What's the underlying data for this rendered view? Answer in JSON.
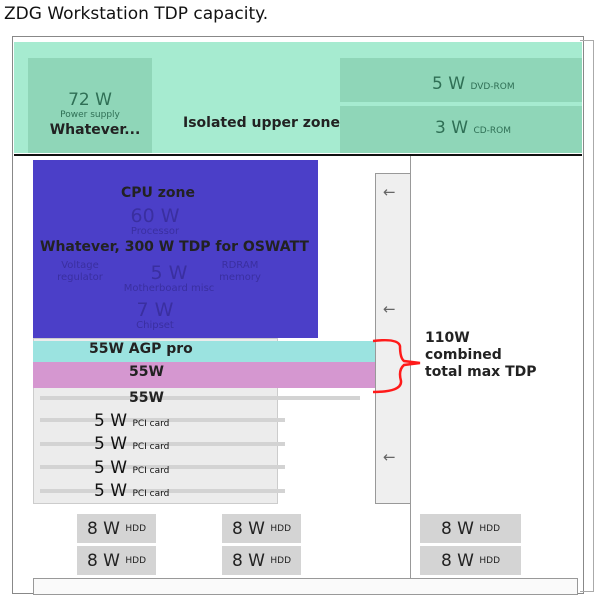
{
  "title": "ZDG Workstation TDP capacity.",
  "upper_zone": {
    "label": "Isolated upper zone",
    "psu": {
      "watts": "72 W",
      "name": "Power supply",
      "note": "Whatever..."
    },
    "drives": [
      {
        "watts": "5 W",
        "name": "DVD-ROM"
      },
      {
        "watts": "3 W",
        "name": "CD-ROM"
      }
    ]
  },
  "cpu_zone": {
    "label": "CPU zone",
    "note": "Whatever, 300 W TDP for OSWATT",
    "components": [
      {
        "watts": "60 W",
        "name": "Processor"
      },
      {
        "watts": "",
        "name": "Voltage regulator"
      },
      {
        "watts": "",
        "name": "RDRAM memory"
      },
      {
        "watts": "5 W",
        "name": "Motherboard misc"
      },
      {
        "watts": "7 W",
        "name": "Chipset"
      }
    ]
  },
  "expansion": {
    "agp": "55W AGP pro",
    "slot2": "55W",
    "slot3": "55W",
    "pci": [
      {
        "watts": "5 W",
        "name": "PCI card"
      },
      {
        "watts": "5 W",
        "name": "PCI card"
      },
      {
        "watts": "5 W",
        "name": "PCI card"
      },
      {
        "watts": "5 W",
        "name": "PCI card"
      }
    ],
    "combined_note": [
      "110W",
      "combined",
      "total max TDP"
    ]
  },
  "arrows": [
    "←",
    "←",
    "←"
  ],
  "hdds": [
    {
      "watts": "8 W",
      "name": "HDD"
    },
    {
      "watts": "8 W",
      "name": "HDD"
    },
    {
      "watts": "8 W",
      "name": "HDD"
    },
    {
      "watts": "8 W",
      "name": "HDD"
    },
    {
      "watts": "8 W",
      "name": "HDD"
    },
    {
      "watts": "8 W",
      "name": "HDD"
    }
  ],
  "colors": {
    "upper": "#a6ebd0",
    "cpu": "#4b3fc8",
    "agp": "#9be3e0",
    "slot2": "#d597d0",
    "brace": "#ff1a1a"
  }
}
